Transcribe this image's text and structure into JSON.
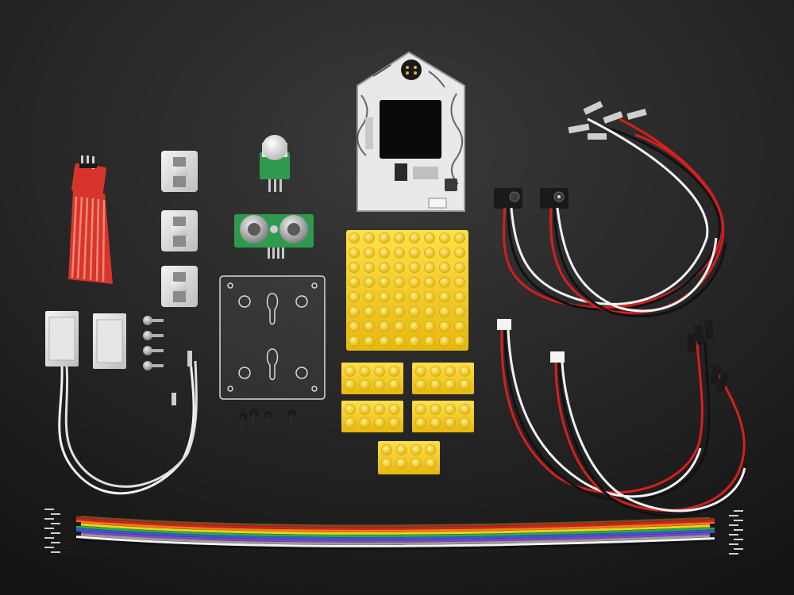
{
  "scene": {
    "background_top": "#3a3a3a",
    "background_bottom": "#141414",
    "wire_red": "#d81e1e",
    "wire_black": "#111111",
    "wire_white": "#f2f2f2",
    "lego_yellow": "#f5cc1c",
    "pcb_red": "#d8342e",
    "pcb_green": "#2f9a4e",
    "pcb_white": "#e9e9e9",
    "ribbon_colors": [
      "#7a4a1e",
      "#d81e1e",
      "#f07a1a",
      "#f0d21c",
      "#2fa84a",
      "#2b5fd9",
      "#8a3fc4",
      "#9a9a9a",
      "#f2f2f2",
      "#111111"
    ],
    "components": [
      {
        "name": "water-level-sensor",
        "color": "pcb_red"
      },
      {
        "name": "pir-motion-sensor",
        "color": "pcb_green"
      },
      {
        "name": "ultrasonic-distance-sensor",
        "color": "pcb_green"
      },
      {
        "name": "house-shaped-display-board",
        "color": "pcb_white"
      },
      {
        "name": "acrylic-mounting-plate",
        "color": "clear"
      },
      {
        "name": "lego-baseplate",
        "color": "lego_yellow"
      },
      {
        "name": "lego-bricks",
        "color": "lego_yellow",
        "count": 5
      },
      {
        "name": "sensor-mount-clips",
        "color": "white",
        "count": 3
      },
      {
        "name": "magnetic-door-switch",
        "color": "white"
      },
      {
        "name": "screws",
        "count": 8
      },
      {
        "name": "ir-break-beam-sensors",
        "count": 2
      },
      {
        "name": "jst-sensor-cables",
        "count": 2
      },
      {
        "name": "rainbow-jumper-ribbon",
        "wires": 10
      }
    ]
  }
}
